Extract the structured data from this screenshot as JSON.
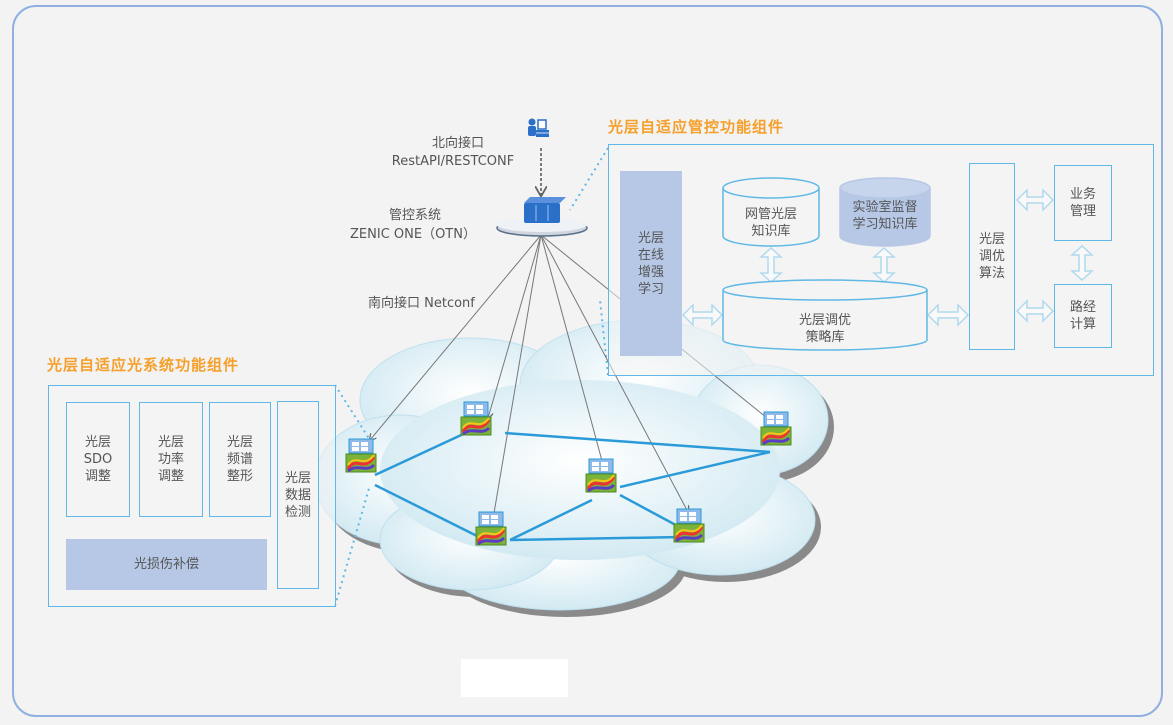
{
  "diagram": {
    "northbound": {
      "label": "北向接口",
      "protocol": "RestAPI/RESTCONF"
    },
    "controller": {
      "label": "管控系统",
      "name": "ZENIC ONE（OTN）"
    },
    "southbound": {
      "label": "南向接口 Netconf"
    },
    "control_component": {
      "title": "光层自适应管控功能组件",
      "online_learning": "光层\n在线\n增强\n学习",
      "nms_kb": "网管光层\n知识库",
      "lab_kb": "实验室监督\n学习知识库",
      "policy_db": "光层调优\n策略库",
      "tuning_algo": "光层\n调优\n算法",
      "service_mgmt": "业务\n管理",
      "path_calc": "路经\n计算"
    },
    "system_component": {
      "title": "光层自适应光系统功能组件",
      "sdo_adjust": "光层\nSDO\n调整",
      "power_adjust": "光层\n功率\n调整",
      "spectrum_shaping": "光层\n频谱\n整形",
      "data_detection": "光层\n数据\n检测",
      "impairment_comp": "光损伤补偿"
    },
    "network_nodes": [
      "node-1",
      "node-2",
      "node-3",
      "node-4",
      "node-5",
      "node-6"
    ],
    "colors": {
      "accent_orange": "#f5a02c",
      "line_blue": "#2a9ad8",
      "box_border": "#5fb8e6",
      "fill_blue": "#b6c8e6",
      "frame": "#8fb0e0"
    }
  }
}
